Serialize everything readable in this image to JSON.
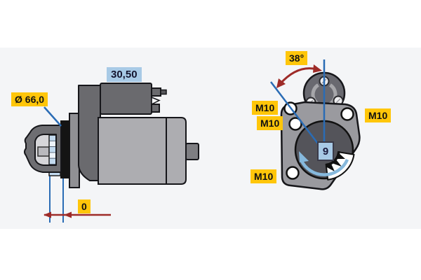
{
  "diagram": {
    "title": "starter-motor-technical-diagram",
    "colors": {
      "band_bg": "#F4F5F7",
      "yellow_label_bg": "#FFC60A",
      "blue_label_bg": "#A8CAE6",
      "dimension_red": "#9E2B28",
      "pointer_blue": "#2A6CB5",
      "rotation_arrow_blue": "#86B9DD",
      "body_gray": "#ADADB1",
      "housing_dark_gray": "#6A6A6E"
    },
    "side_view": {
      "labels": {
        "solenoid_length": "30,50",
        "flange_diameter": "Ø 66,0",
        "pinion_projection": "0"
      }
    },
    "front_view": {
      "labels": {
        "mounting_angle": "38°",
        "bolt_upper_left": "M10",
        "bolt_mid_left": "M10",
        "bolt_right": "M10",
        "bolt_lower_left": "M10",
        "pinion_teeth_count": "9"
      }
    }
  }
}
